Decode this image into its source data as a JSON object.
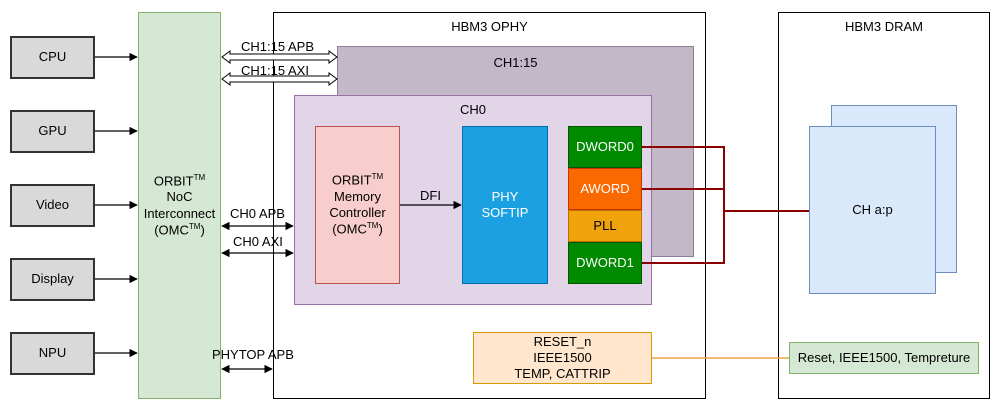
{
  "sources": [
    "CPU",
    "GPU",
    "Video",
    "Display",
    "NPU"
  ],
  "noc": {
    "line1": "ORBIT",
    "line1_sup": "TM",
    "line2": "NoC",
    "line3": "Interconnect",
    "line4_pre": "(OMC",
    "line4_sup": "TM",
    "line4_post": ")"
  },
  "ophy": {
    "title": "HBM3 OPHY"
  },
  "ch115": {
    "title": "CH1:15"
  },
  "ch0": {
    "title": "CH0"
  },
  "controller": {
    "line1": "ORBIT",
    "line1_sup": "TM",
    "line2": "Memory",
    "line3": "Controller",
    "line4_pre": "(OMC",
    "line4_sup": "TM",
    "line4_post": ")"
  },
  "phy": {
    "line1": "PHY",
    "line2": "SOFTIP"
  },
  "lanes": {
    "dword0": "DWORD0",
    "aword": "AWORD",
    "pll": "PLL",
    "dword1": "DWORD1"
  },
  "reset": {
    "line1": "RESET_n",
    "line2": "IEEE1500",
    "line3": "TEMP, CATTRIP"
  },
  "dram": {
    "title": "HBM3 DRAM",
    "channel": "CH a:p",
    "reset": "Reset, IEEE1500, Tempreture"
  },
  "buses": {
    "ch115_apb": "CH1:15 APB",
    "ch115_axi": "CH1:15 AXI",
    "ch0_apb": "CH0 APB",
    "ch0_axi": "CH0 AXI",
    "phytop_apb": "PHYTOP APB",
    "dfi": "DFI"
  },
  "colors": {
    "dq_wire": "#8b0000",
    "reset_wire": "#f0a04b"
  }
}
